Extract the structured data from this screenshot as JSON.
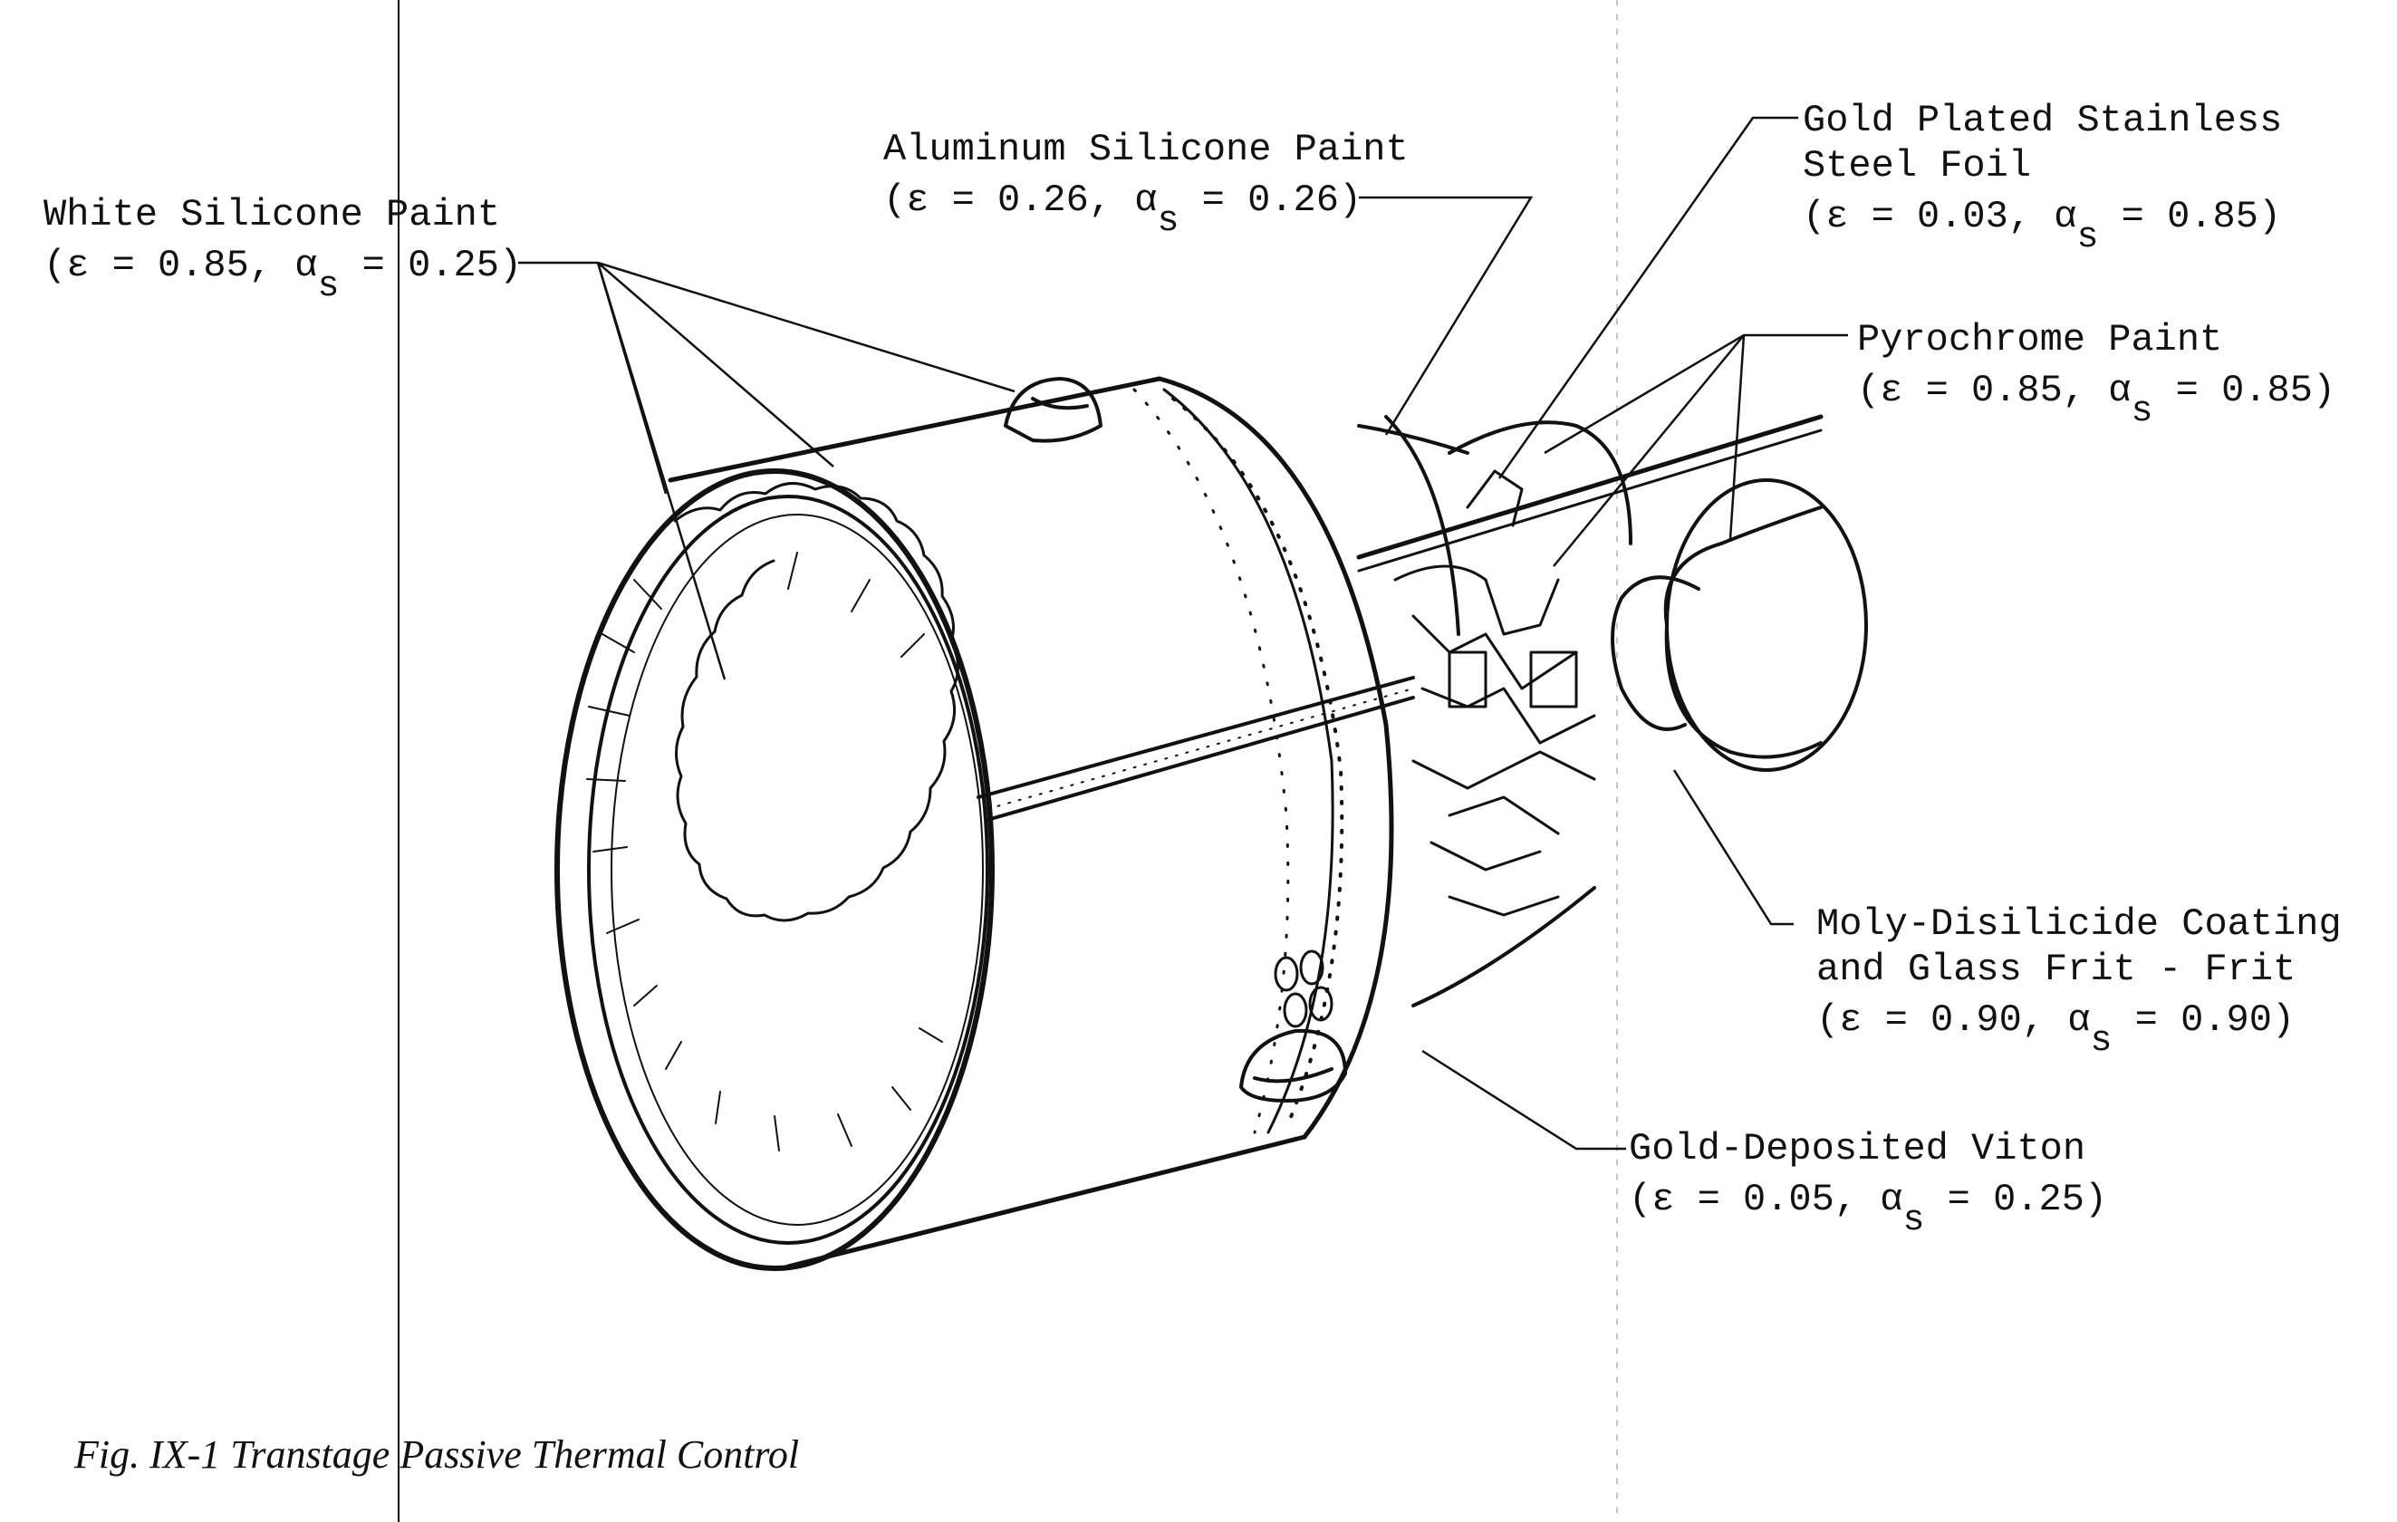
{
  "labels": {
    "white_silicone": {
      "name": "White Silicone Paint",
      "eps": "(ε = 0.85, α",
      "sub": "s",
      "alpha": " = 0.25)"
    },
    "aluminum_silicone": {
      "name": "Aluminum Silicone Paint",
      "eps": "(ε = 0.26, α",
      "sub": "s",
      "alpha": " = 0.26)"
    },
    "gold_plated": {
      "name_line1": "Gold Plated Stainless",
      "name_line2": "Steel Foil",
      "eps": "(ε = 0.03, α",
      "sub": "s",
      "alpha": " = 0.85)"
    },
    "pyrochrome": {
      "name": "Pyrochrome Paint",
      "eps": "(ε = 0.85, α",
      "sub": "s",
      "alpha": " = 0.85)"
    },
    "moly": {
      "name_line1": "Moly-Disilicide Coating",
      "name_line2": "and Glass Frit - Frit",
      "eps": "(ε = 0.90, α",
      "sub": "s",
      "alpha": " = 0.90)"
    },
    "gold_viton": {
      "name": "Gold-Deposited Viton",
      "eps": "(ε = 0.05, α",
      "sub": "s",
      "alpha": " = 0.25)"
    }
  },
  "caption": "Fig. IX-1  Transtage Passive Thermal Control",
  "colors": {
    "ink": "#111111",
    "paper": "#ffffff"
  }
}
